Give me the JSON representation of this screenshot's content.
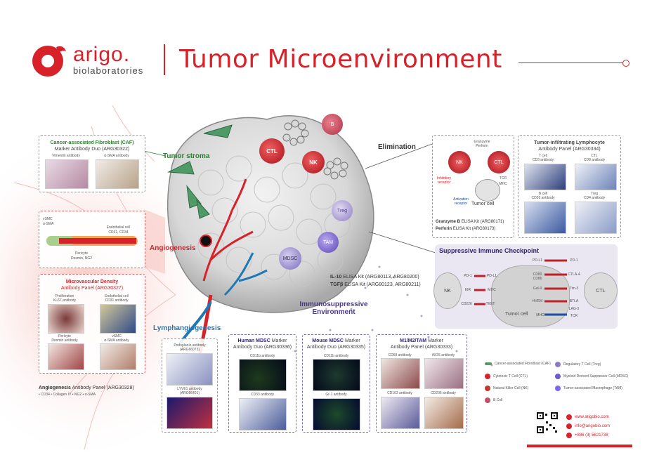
{
  "brand": {
    "name": "arigo.",
    "sub": "biolaboratories"
  },
  "title": "Tumor Microenvironment",
  "colors": {
    "brand_red": "#d8222a",
    "green": "#2e7d32",
    "purple": "#4a3a8c",
    "blue": "#1f77b4"
  },
  "caf": {
    "title": "Cancer-associated Fibroblast (CAF)",
    "sub": "Marker Antibody Duo (ARG30322)",
    "img1": "Vimentin antibody",
    "img2": "α-SMA antibody"
  },
  "tumor_stroma": "Tumor stroma",
  "vessel": {
    "vsmc": "vSMC",
    "vsmc_marker": "α-SMA",
    "endo": "Endothelial cell",
    "endo_markers": "CD31, CD34",
    "pericyte": "Pericyte",
    "pericyte_markers": "Desmin, NG2"
  },
  "angiogenesis": "Angiogenesis",
  "mvd": {
    "title": "Microvascular Density",
    "sub": "Antibody Panel (ARG30327)",
    "c1": "Proliferation",
    "c1b": "Ki-67 antibody",
    "c2": "Endothelial cell",
    "c2b": "CD31 antibody",
    "c3": "Pericyte",
    "c3b": "Desmin antibody",
    "c4": "vSMC",
    "c4b": "α-SMA antibody"
  },
  "angio_panel": {
    "name": "Angiogenesis",
    "rest": "Antibody Panel (ARG30328)",
    "markers": "• CD34  • Collagen IV  • NG2  • α-SMA"
  },
  "lymph": {
    "label": "Lymphangiogenesis",
    "img1": "Podoplanin antibody",
    "img1b": "(ARG66073)",
    "img2": "LYVE1 antibody",
    "img2b": "(ARG66401)"
  },
  "cells": {
    "ctl": "CTL",
    "nk": "NK",
    "b": "B",
    "treg": "Treg",
    "tam": "TAM",
    "mdsc": "MDSC"
  },
  "elimination": {
    "label": "Elimination",
    "granzyme": "Granzyme",
    "perforin": "Perforin",
    "nk": "NK",
    "ctl": "CTL",
    "tcr": "TCR",
    "mhc": "MHC",
    "inhib": "Inhibitory receptor",
    "activ": "Activation receptor",
    "tumor": "Tumor cell",
    "kit1b": "Granzyme B",
    "kit1": "ELISA Kit (ARG80171)",
    "kit2b": "Perforin",
    "kit2": "ELISA Kit (ARG80173)"
  },
  "til": {
    "title": "Tumor-infiltrating Lymphocyte",
    "sub": "Antibody Panel (ARG30334)",
    "a": "T cell",
    "ab": "CD3 antibody",
    "b": "CTL",
    "bb": "CD8 antibody",
    "c": "B cell",
    "cb": "CD20 antibody",
    "d": "Treg",
    "db": "CD4 antibody"
  },
  "checkpoint": {
    "title": "Suppressive Immune Checkpoint",
    "nk": "NK",
    "ctl": "CTL",
    "tumor": "Tumor cell",
    "left_labels": [
      "PD-1",
      "KIR",
      "CD226"
    ],
    "mid_left": [
      "PD-L1",
      "MHC",
      "TIGIT"
    ],
    "mid_right": [
      "PD-L1",
      "CD80 CD86",
      "Gal-9",
      "HVEM",
      "MHC"
    ],
    "right_labels": [
      "PD-1",
      "CTLA-4",
      "Tim-3",
      "BTLA",
      "LAG-3",
      "TCR"
    ]
  },
  "immunosupp": {
    "kit1b": "IL-10",
    "kit1": "ELISA Kit (ARG80113, ARG80200)",
    "kit2b": "TGFβ",
    "kit2": "ELISA Kit (ARG80123, ARG80211)",
    "label1": "Immunosuppressive",
    "label2": "Environment"
  },
  "human_mdsc": {
    "t1": "Human MDSC",
    "t2": "Marker",
    "t3": "Antibody Duo (ARG30336)",
    "img1": "CD11b antibody",
    "img2": "CD33 antibody"
  },
  "mouse_mdsc": {
    "t1": "Mouse MDSC",
    "t2": "Marker",
    "t3": "Antibody Duo (ARG30335)",
    "img1": "CD11b antibody",
    "img2": "Gr-1 antibody"
  },
  "tam_panel": {
    "t1": "M1/M2/TAM",
    "t2": "Marker",
    "t3": "Antibody Panel (ARG30333)",
    "a": "CD68 antibody",
    "b": "iNOS antibody",
    "c": "CD163 antibody",
    "d": "CD206 antibody"
  },
  "legend": [
    {
      "label": "Cancer-associated Fibroblast (CAF)",
      "color": "#5a9a6a"
    },
    {
      "label": "Cytotoxic T Cell (CTL)",
      "color": "#d8222a"
    },
    {
      "label": "Natural Killer Cell (NK)",
      "color": "#c0392b"
    },
    {
      "label": "B Cell",
      "color": "#c0506a"
    },
    {
      "label": "Regulatory T Cell (Treg)",
      "color": "#8e7cc3"
    },
    {
      "label": "Myeloid Derived Suppressor Cell (MDSC)",
      "color": "#6a5acd"
    },
    {
      "label": "Tumor-associated Macrophage (TAM)",
      "color": "#7b68ee"
    }
  ],
  "contact": {
    "web": "www.arigobio.com",
    "email": "info@arigobio.com",
    "phone": "+886 (3) 5621738"
  }
}
